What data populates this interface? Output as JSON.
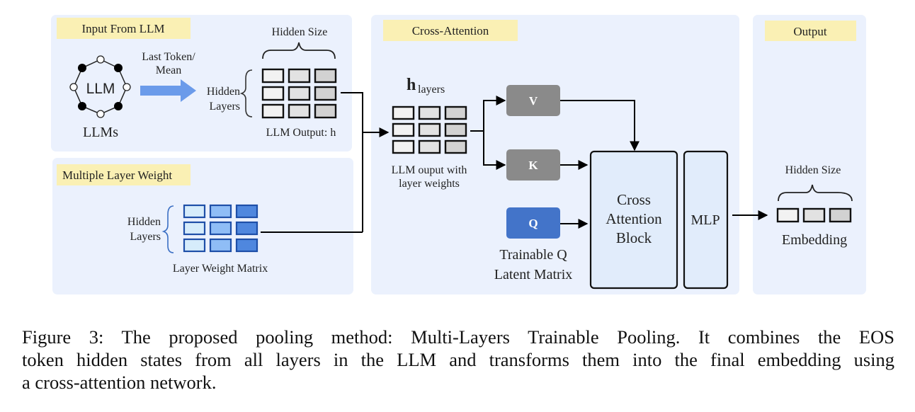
{
  "panels": {
    "input": {
      "label": "Input From LLM"
    },
    "layer_weight": {
      "label": "Multiple Layer Weight"
    },
    "cross_attention": {
      "label": "Cross-Attention"
    },
    "output": {
      "label": "Output"
    }
  },
  "input": {
    "llm_node_text": "LLM",
    "llm_caption": "LLMs",
    "arrow_label_line1": "Last Token/",
    "arrow_label_line2": "Mean",
    "hidden_size": "Hidden Size",
    "hidden_layers_line1": "Hidden",
    "hidden_layers_line2": "Layers",
    "matrix_caption": "LLM Output: h"
  },
  "layer_weight": {
    "hidden_layers_line1": "Hidden",
    "hidden_layers_line2": "Layers",
    "matrix_caption": "Layer Weight Matrix"
  },
  "cross_attention": {
    "h_symbol": "h",
    "h_subscript": "layers",
    "matrix_caption_line1": "LLM ouput with",
    "matrix_caption_line2": "layer weights",
    "v_label": "V",
    "k_label": "K",
    "q_label": "Q",
    "q_caption_line1": "Trainable Q",
    "q_caption_line2": "Latent Matrix",
    "block_line1": "Cross",
    "block_line2": "Attention",
    "block_line3": "Block",
    "mlp_label": "MLP"
  },
  "output": {
    "hidden_size": "Hidden Size",
    "embedding_caption": "Embedding"
  },
  "colors": {
    "panel_bg": "#ebf1fd",
    "label_bg": "#faf0b4",
    "arrow_blue": "#6b9bea",
    "vk_gray": "#8a8a8a",
    "q_blue": "#4374c9",
    "block_fill": "#e1ecfb",
    "gray_cells": [
      "#f2f2f2",
      "#e2e2e2",
      "#d2d2d2"
    ],
    "blue_cells": [
      "#d6ecfb",
      "#8fbdf6",
      "#4f87de"
    ],
    "blue_cell_border": "#1e4fa8"
  },
  "caption": {
    "line1": "Figure 3: The proposed pooling method: Multi-Layers Trainable Pooling. It combines the EOS",
    "line2": "token hidden states from all layers in the LLM and transforms them into the final embedding using",
    "line3": "a cross-attention network."
  }
}
